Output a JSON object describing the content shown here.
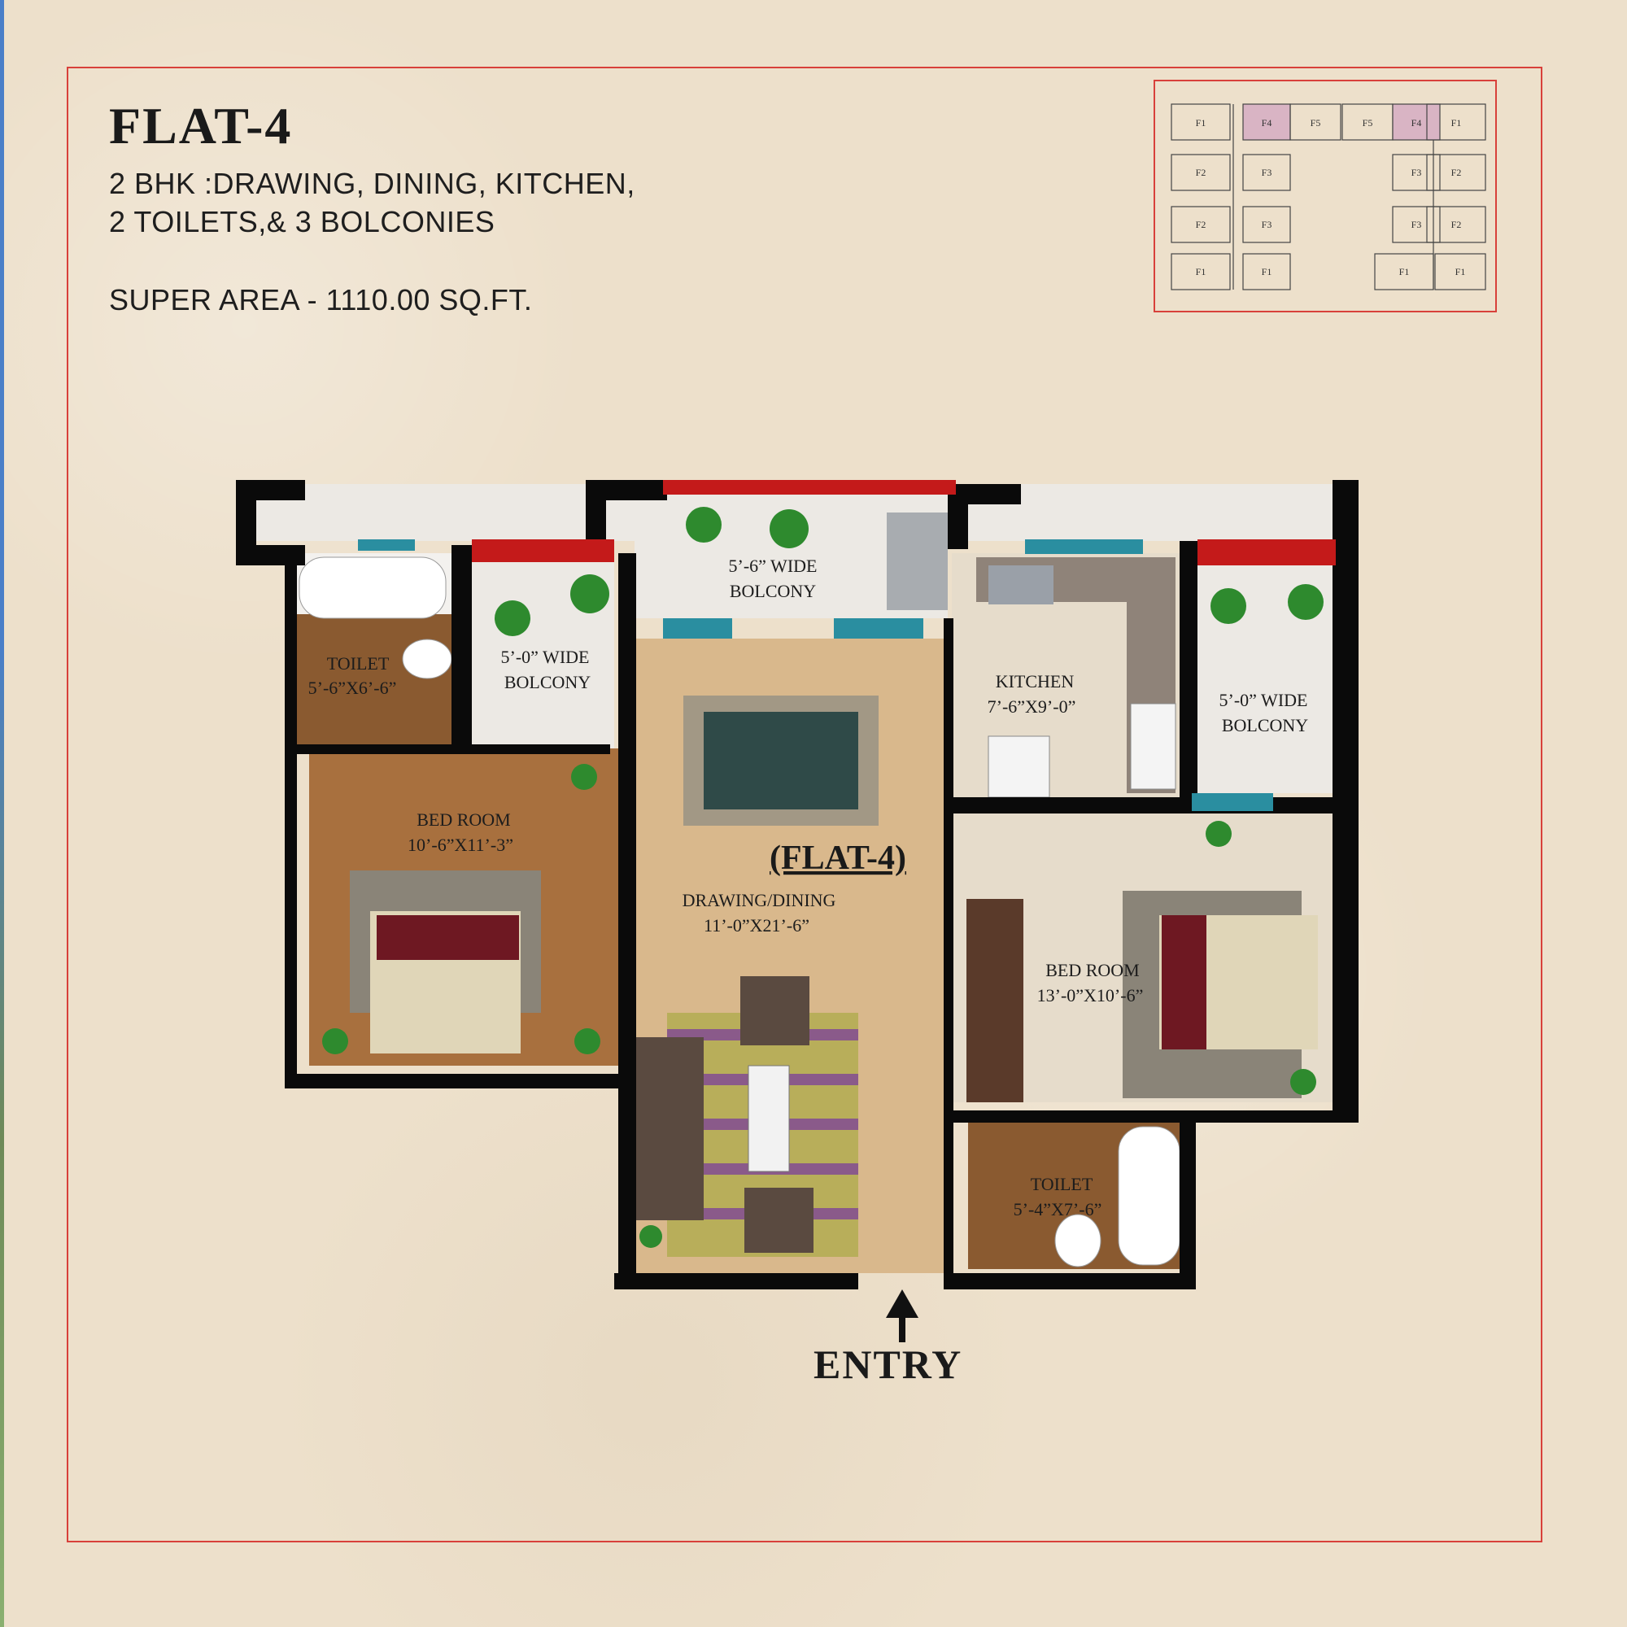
{
  "header": {
    "title": "FLAT-4",
    "description_line1": "2 BHK :DRAWING, DINING, KITCHEN,",
    "description_line2": "2 TOILETS,& 3 BOLCONIES",
    "super_area": "SUPER AREA - 1110.00 SQ.FT."
  },
  "key_plan": {
    "units_top": [
      "F1",
      "F4",
      "F5",
      "F5",
      "F4",
      "F1"
    ],
    "units_row2": [
      "F2",
      "F3",
      "F3",
      "F2"
    ],
    "units_row3": [
      "F2",
      "F3",
      "F3",
      "F2"
    ],
    "units_row4": [
      "F1",
      "F1",
      "F1",
      "F1"
    ],
    "highlight_color": "#d9b4c4"
  },
  "plan": {
    "flat_label": "(FLAT-4)",
    "rooms": {
      "toilet1_name": "TOILET",
      "toilet1_size": "5’-6”X6’-6”",
      "bolcony1_name": "5’-0” WIDE",
      "bolcony1_sub": "BOLCONY",
      "bolcony2_name": "5’-6” WIDE",
      "bolcony2_sub": "BOLCONY",
      "kitchen_name": "KITCHEN",
      "kitchen_size": "7’-6”X9’-0”",
      "bolcony3_name": "5’-0” WIDE",
      "bolcony3_sub": "BOLCONY",
      "bed1_name": "BED ROOM",
      "bed1_size": "10’-6”X11’-3”",
      "drawing_name": "DRAWING/DINING",
      "drawing_size": "11’-0”X21’-6”",
      "bed2_name": "BED ROOM",
      "bed2_size": "13’-0”X10’-6”",
      "toilet2_name": "TOILET",
      "toilet2_size": "5’-4”X7’-6”"
    },
    "entry_label": "ENTRY",
    "colors": {
      "wall": "#0a0a0a",
      "window_red": "#c41a1a",
      "window_teal": "#2a8ea0",
      "floor_drawing": "#d9b88c",
      "floor_wood": "#a8703e",
      "floor_tile": "#e6dccb",
      "floor_toilet": "#8a5a30",
      "floor_marble": "#ece9e4"
    }
  }
}
